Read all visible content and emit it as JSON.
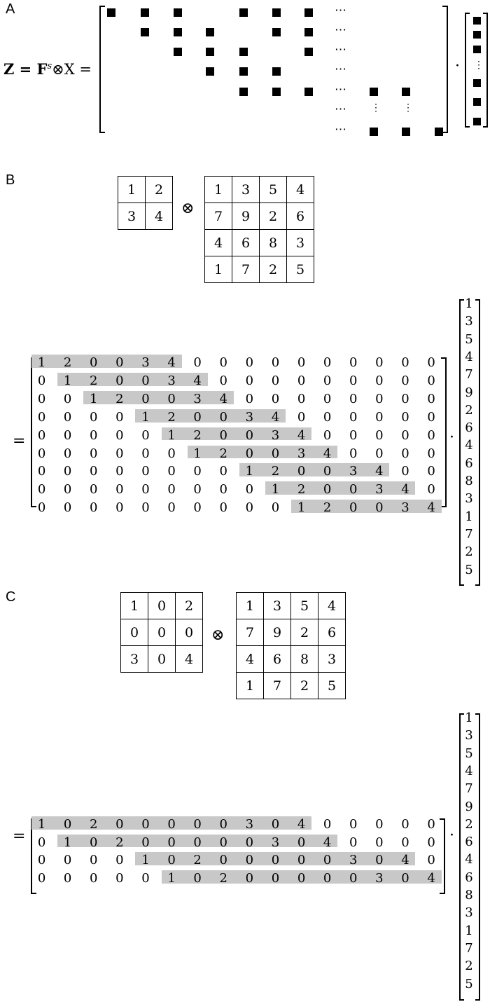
{
  "panels": {
    "A": "A",
    "B": "B",
    "C": "C"
  },
  "equation_A": {
    "lhs": "Z = F",
    "sup": "s",
    "rhs": "⊗X =",
    "hdots": "⋯",
    "vdots": "⋮",
    "product": "·"
  },
  "panel_B": {
    "kernel": [
      [
        "1",
        "2"
      ],
      [
        "3",
        "4"
      ]
    ],
    "input": [
      [
        "1",
        "3",
        "5",
        "4"
      ],
      [
        "7",
        "9",
        "2",
        "6"
      ],
      [
        "4",
        "6",
        "8",
        "3"
      ],
      [
        "1",
        "7",
        "2",
        "5"
      ]
    ],
    "operator": "⊗",
    "equals": "=",
    "product": "·",
    "matrix": [
      [
        "1",
        "2",
        "0",
        "0",
        "3",
        "4",
        "0",
        "0",
        "0",
        "0",
        "0",
        "0",
        "0",
        "0",
        "0",
        "0"
      ],
      [
        "0",
        "1",
        "2",
        "0",
        "0",
        "3",
        "4",
        "0",
        "0",
        "0",
        "0",
        "0",
        "0",
        "0",
        "0",
        "0"
      ],
      [
        "0",
        "0",
        "1",
        "2",
        "0",
        "0",
        "3",
        "4",
        "0",
        "0",
        "0",
        "0",
        "0",
        "0",
        "0",
        "0"
      ],
      [
        "0",
        "0",
        "0",
        "0",
        "1",
        "2",
        "0",
        "0",
        "3",
        "4",
        "0",
        "0",
        "0",
        "0",
        "0",
        "0"
      ],
      [
        "0",
        "0",
        "0",
        "0",
        "0",
        "1",
        "2",
        "0",
        "0",
        "3",
        "4",
        "0",
        "0",
        "0",
        "0",
        "0"
      ],
      [
        "0",
        "0",
        "0",
        "0",
        "0",
        "0",
        "1",
        "2",
        "0",
        "0",
        "3",
        "4",
        "0",
        "0",
        "0",
        "0"
      ],
      [
        "0",
        "0",
        "0",
        "0",
        "0",
        "0",
        "0",
        "0",
        "1",
        "2",
        "0",
        "0",
        "3",
        "4",
        "0",
        "0"
      ],
      [
        "0",
        "0",
        "0",
        "0",
        "0",
        "0",
        "0",
        "0",
        "0",
        "1",
        "2",
        "0",
        "0",
        "3",
        "4",
        "0"
      ],
      [
        "0",
        "0",
        "0",
        "0",
        "0",
        "0",
        "0",
        "0",
        "0",
        "0",
        "1",
        "2",
        "0",
        "0",
        "3",
        "4"
      ]
    ],
    "highlight_start": [
      0,
      1,
      2,
      4,
      5,
      6,
      8,
      9,
      10
    ],
    "highlight_length": 6,
    "vector": [
      "1",
      "3",
      "5",
      "4",
      "7",
      "9",
      "2",
      "6",
      "4",
      "6",
      "8",
      "3",
      "1",
      "7",
      "2",
      "5"
    ]
  },
  "panel_C": {
    "kernel": [
      [
        "1",
        "0",
        "2"
      ],
      [
        "0",
        "0",
        "0"
      ],
      [
        "3",
        "0",
        "4"
      ]
    ],
    "input": [
      [
        "1",
        "3",
        "5",
        "4"
      ],
      [
        "7",
        "9",
        "2",
        "6"
      ],
      [
        "4",
        "6",
        "8",
        "3"
      ],
      [
        "1",
        "7",
        "2",
        "5"
      ]
    ],
    "operator": "⊗",
    "equals": "=",
    "product": "·",
    "matrix": [
      [
        "1",
        "0",
        "2",
        "0",
        "0",
        "0",
        "0",
        "0",
        "3",
        "0",
        "4",
        "0",
        "0",
        "0",
        "0",
        "0"
      ],
      [
        "0",
        "1",
        "0",
        "2",
        "0",
        "0",
        "0",
        "0",
        "0",
        "3",
        "0",
        "4",
        "0",
        "0",
        "0",
        "0"
      ],
      [
        "0",
        "0",
        "0",
        "0",
        "1",
        "0",
        "2",
        "0",
        "0",
        "0",
        "0",
        "0",
        "3",
        "0",
        "4",
        "0"
      ],
      [
        "0",
        "0",
        "0",
        "0",
        "0",
        "1",
        "0",
        "2",
        "0",
        "0",
        "0",
        "0",
        "0",
        "3",
        "0",
        "4"
      ]
    ],
    "highlight_start": [
      0,
      1,
      4,
      5
    ],
    "highlight_length": 11,
    "vector": [
      "1",
      "3",
      "5",
      "4",
      "7",
      "9",
      "2",
      "6",
      "4",
      "6",
      "8",
      "3",
      "1",
      "7",
      "2",
      "5"
    ]
  }
}
